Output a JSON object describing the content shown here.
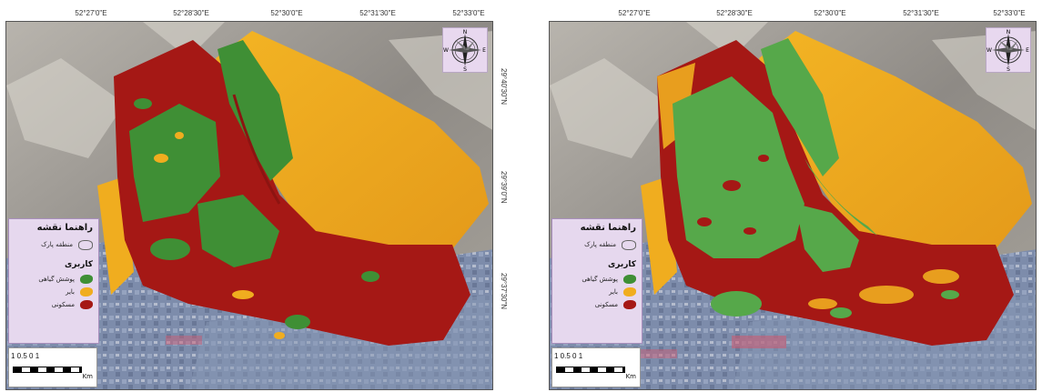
{
  "longitude_labels": [
    "52°27'0\"E",
    "52°28'30\"E",
    "52°30'0\"E",
    "52°31'30\"E",
    "52°33'0\"E"
  ],
  "latitude_labels": [
    "29°40'30\"N",
    "29°39'0\"N",
    "29°37'30\"N"
  ],
  "legend": {
    "title": "راهنما نقشه",
    "boundary_label": "منطقه پارک",
    "landuse_title": "کاربری",
    "classes": [
      {
        "label": "پوشش گیاهی",
        "color": "#3f8f35"
      },
      {
        "label": "بایر",
        "color": "#f0ad1f"
      },
      {
        "label": "مسکونی",
        "color": "#a51815"
      }
    ]
  },
  "scale_bar": {
    "ticks": "1  0.5   0           1",
    "unit": "Km"
  },
  "compass": {
    "icon": "compass-rose-icon",
    "north": "N",
    "south": "S",
    "east": "E",
    "west": "W"
  },
  "maps": [
    {
      "id": "left",
      "dominant_class": "residential"
    },
    {
      "id": "right",
      "dominant_class": "vegetation"
    }
  ],
  "colors": {
    "vegetation": "#3f8f35",
    "bare": "#f0ad1f",
    "residential": "#a51815",
    "satellite_urban": "#7b8aa8",
    "satellite_mountain": "#9c9a96"
  }
}
